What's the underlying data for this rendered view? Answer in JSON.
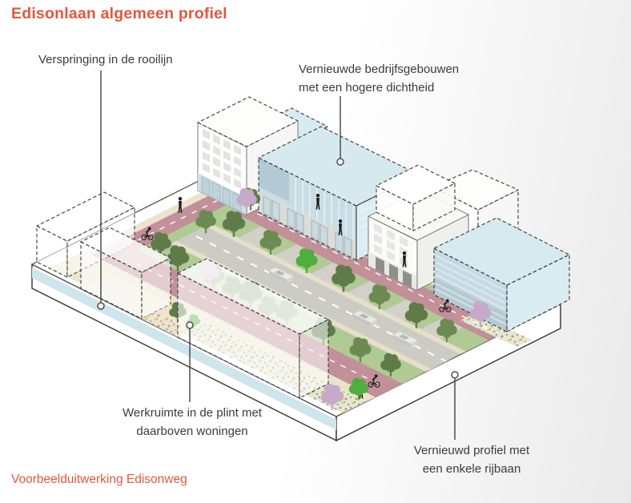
{
  "page": {
    "title": "Edisonlaan algemeen profiel",
    "caption": "Voorbeelduitwerking Edisonweg"
  },
  "annotations": {
    "rooilijn": {
      "line1": "Verspringing in de rooilijn"
    },
    "bedrijfsgebouwen": {
      "line1": "Vernieuwde bedrijfsgebouwen",
      "line2": "met een hogere dichtheid"
    },
    "werkruimte": {
      "line1": "Werkruimte in de plint met",
      "line2": "daarboven woningen"
    },
    "profiel": {
      "line1": "Vernieuwd profiel met",
      "line2": "een enkele rijbaan"
    }
  },
  "colors": {
    "accent_orange": "#e2573c",
    "label_text": "#3b3b3b",
    "blue_building": "#c9dde6",
    "blue_building_light": "#dceef3",
    "blue_roof": "#d6e9ef",
    "bike_path_red": "#c29099",
    "verge_green": "#b0ca94",
    "roadway_gray": "#ccccc5",
    "sidewalk_beige": "#ebe4cd",
    "meadow_green": "#e4ead0",
    "platform_band_blue": "#cfe5ee",
    "tree_olive": "#5f7b49",
    "tree_bright_green": "#4fae3e",
    "tree_pink": "#c7a9c9"
  }
}
